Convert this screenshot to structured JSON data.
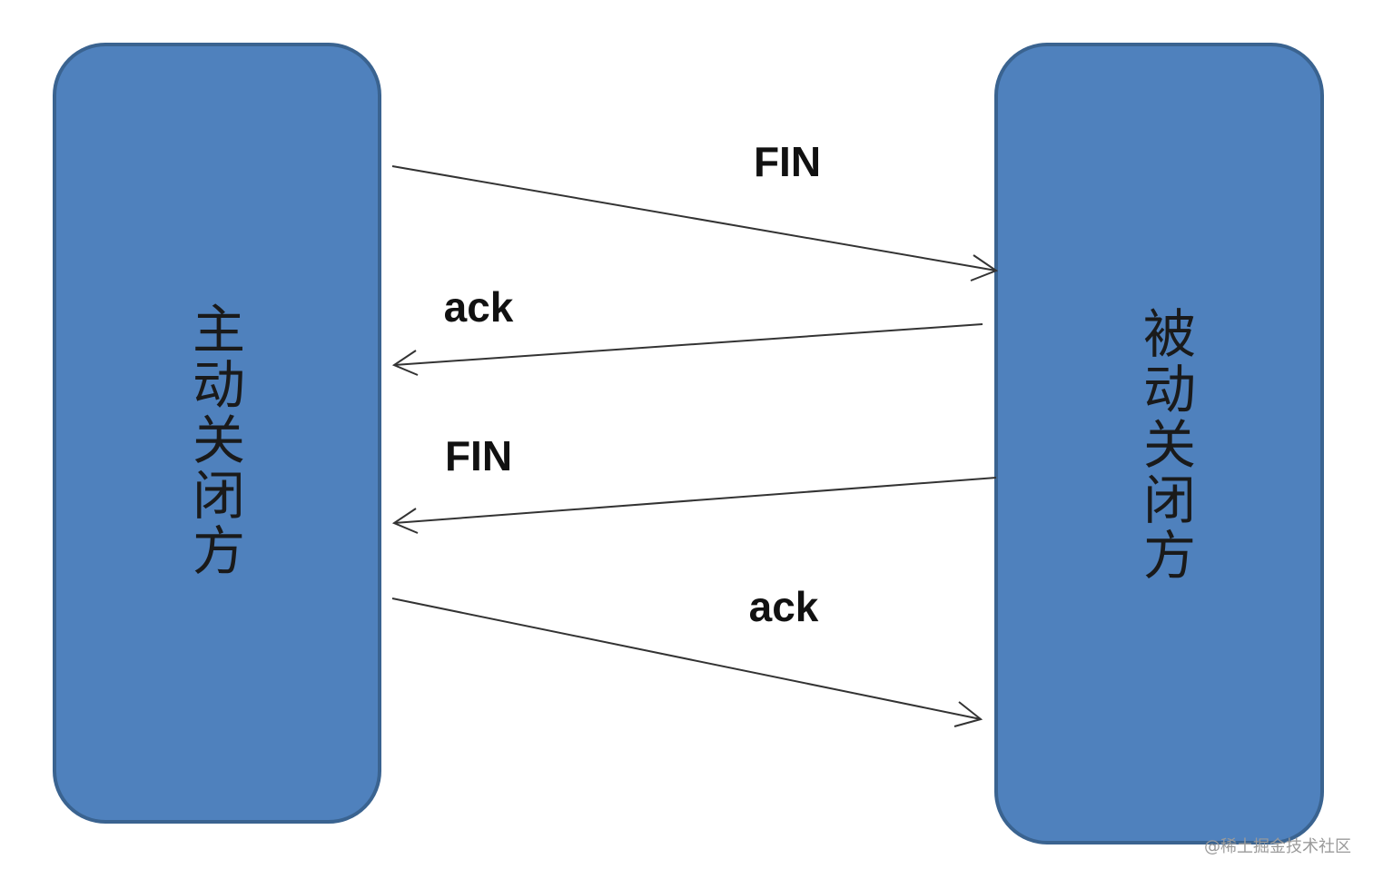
{
  "nodes": {
    "active_closer": "主动关闭方",
    "passive_closer": "被动关闭方"
  },
  "messages": [
    {
      "label": "FIN",
      "direction": "active-to-passive"
    },
    {
      "label": "ack",
      "direction": "passive-to-active"
    },
    {
      "label": "FIN",
      "direction": "passive-to-active"
    },
    {
      "label": "ack",
      "direction": "active-to-passive"
    }
  ],
  "watermark": "@稀土掘金技术社区",
  "colors": {
    "box_fill": "#4f81bd",
    "box_border": "#3a6390"
  }
}
